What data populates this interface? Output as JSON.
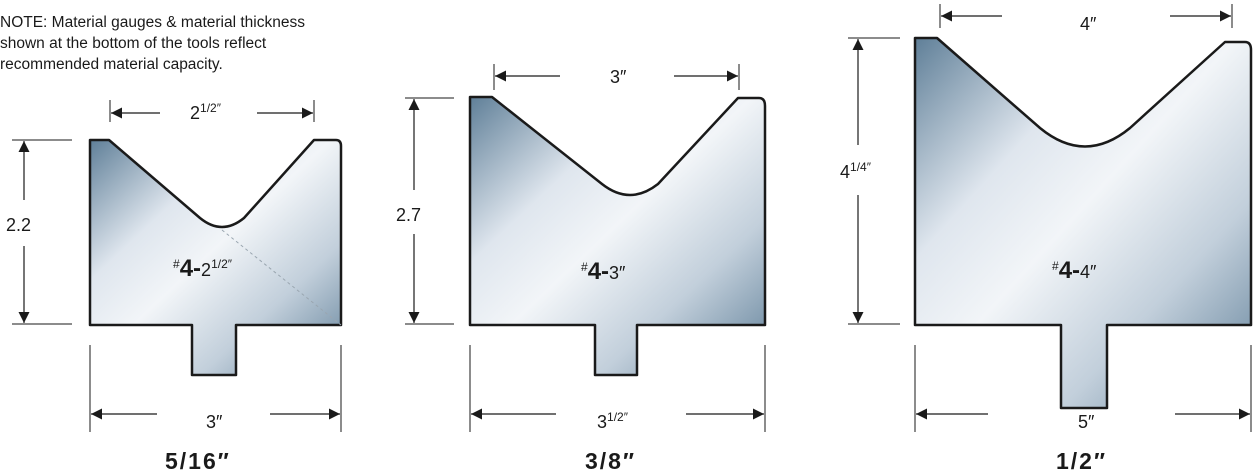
{
  "note": {
    "line1": "NOTE:  Material gauges & material thickness",
    "line2": "shown at the bottom of the tools reflect",
    "line3": "recommended material capacity."
  },
  "tools": [
    {
      "top_width": {
        "whole": "2",
        "frac": "1/2″"
      },
      "height": "2.2",
      "bottom_width": {
        "whole": "3″",
        "frac": ""
      },
      "label": {
        "hash": "#",
        "num": "4",
        "dash": "-",
        "whole": "2",
        "frac": "1/2″"
      },
      "capacity": "5/16″"
    },
    {
      "top_width": {
        "whole": "3″",
        "frac": ""
      },
      "height": "2.7",
      "bottom_width": {
        "whole": "3",
        "frac": "1/2″"
      },
      "label": {
        "hash": "#",
        "num": "4",
        "dash": "-",
        "whole": "3″",
        "frac": ""
      },
      "capacity": "3/8″"
    },
    {
      "top_width": {
        "whole": "4″",
        "frac": ""
      },
      "height": {
        "whole": "4",
        "frac": "1/4″"
      },
      "bottom_width": {
        "whole": "5″",
        "frac": ""
      },
      "label": {
        "hash": "#",
        "num": "4",
        "dash": "-",
        "whole": "4″",
        "frac": ""
      },
      "capacity": "1/2″"
    }
  ],
  "colors": {
    "steel_light": "#f2f5f8",
    "steel_mid": "#c2cfdb",
    "steel_dark": "#5f7f98",
    "outline": "#1a1a1a"
  }
}
